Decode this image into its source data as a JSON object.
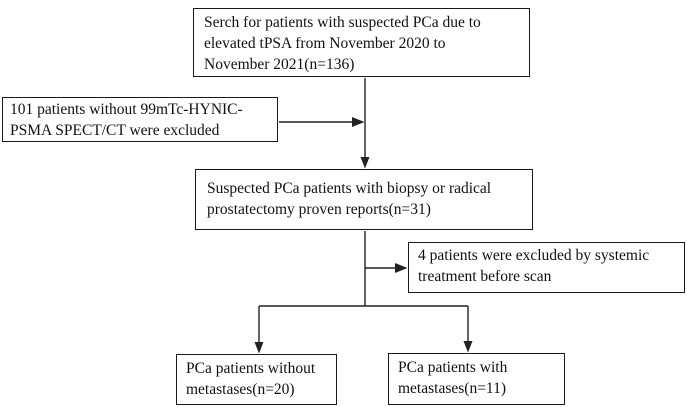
{
  "nodes": {
    "search": {
      "text": "Serch for patients with suspected PCa due to\nelevated tPSA from November 2020 to\nNovember 2021(n=136)",
      "n": 136
    },
    "excluded_no_spect": {
      "text": "101 patients without 99mTc-HYNIC-\nPSMA SPECT/CT were excluded",
      "n": 101
    },
    "suspected_proven": {
      "text": "Suspected PCa patients with biopsy or radical\nprostatectomy proven reports(n=31)",
      "n": 31
    },
    "excluded_systemic": {
      "text": "4 patients were excluded by systemic\ntreatment before scan",
      "n": 4
    },
    "without_metastases": {
      "text": "PCa patients without\nmetastases(n=20)",
      "n": 20
    },
    "with_metastases": {
      "text": "PCa patients with\nmetastases(n=11)",
      "n": 11
    }
  },
  "colors": {
    "background": "#ffffff",
    "border": "#1a1a1a",
    "line": "#222222",
    "text": "#111111"
  }
}
